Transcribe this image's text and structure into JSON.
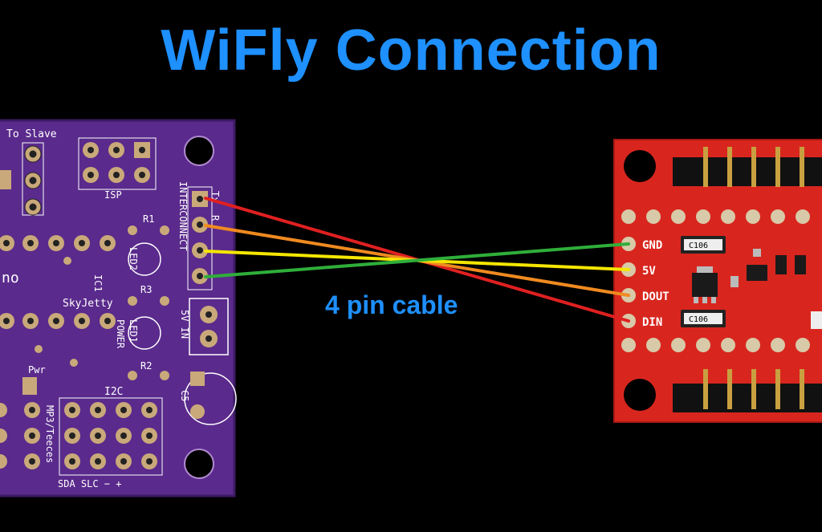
{
  "title": "WiFly Connection",
  "cable_label": "4 pin cable",
  "colors": {
    "title": "#1e90ff",
    "purple_board": "#5a2a8c",
    "red_board": "#d8261e",
    "wire_red": "#e02020",
    "wire_orange": "#f08a20",
    "wire_yellow": "#f5e600",
    "wire_green": "#2fae3a"
  },
  "left_board": {
    "to_slave": "To Slave",
    "isp": "ISP",
    "interconnect": "INTERCONNECT",
    "r1": "R1",
    "r2": "R2",
    "r3": "R3",
    "led1": "LED1",
    "led2": "LED2",
    "ic1": "IC1",
    "skyjetty": "SkyJetty",
    "power": "POWER",
    "five_v_in": "5V IN",
    "i2c": "I2C",
    "c5": "C5",
    "pwr": "Pwr",
    "mp3": "MP3/Teeces",
    "bottom_labels": "SDA SLC  −   +",
    "no": "no",
    "tx": "Tx",
    "rx": "R"
  },
  "right_board": {
    "pins": [
      "GND",
      "5V",
      "DOUT",
      "DIN"
    ],
    "chip1": "C106",
    "chip2": "C106"
  }
}
